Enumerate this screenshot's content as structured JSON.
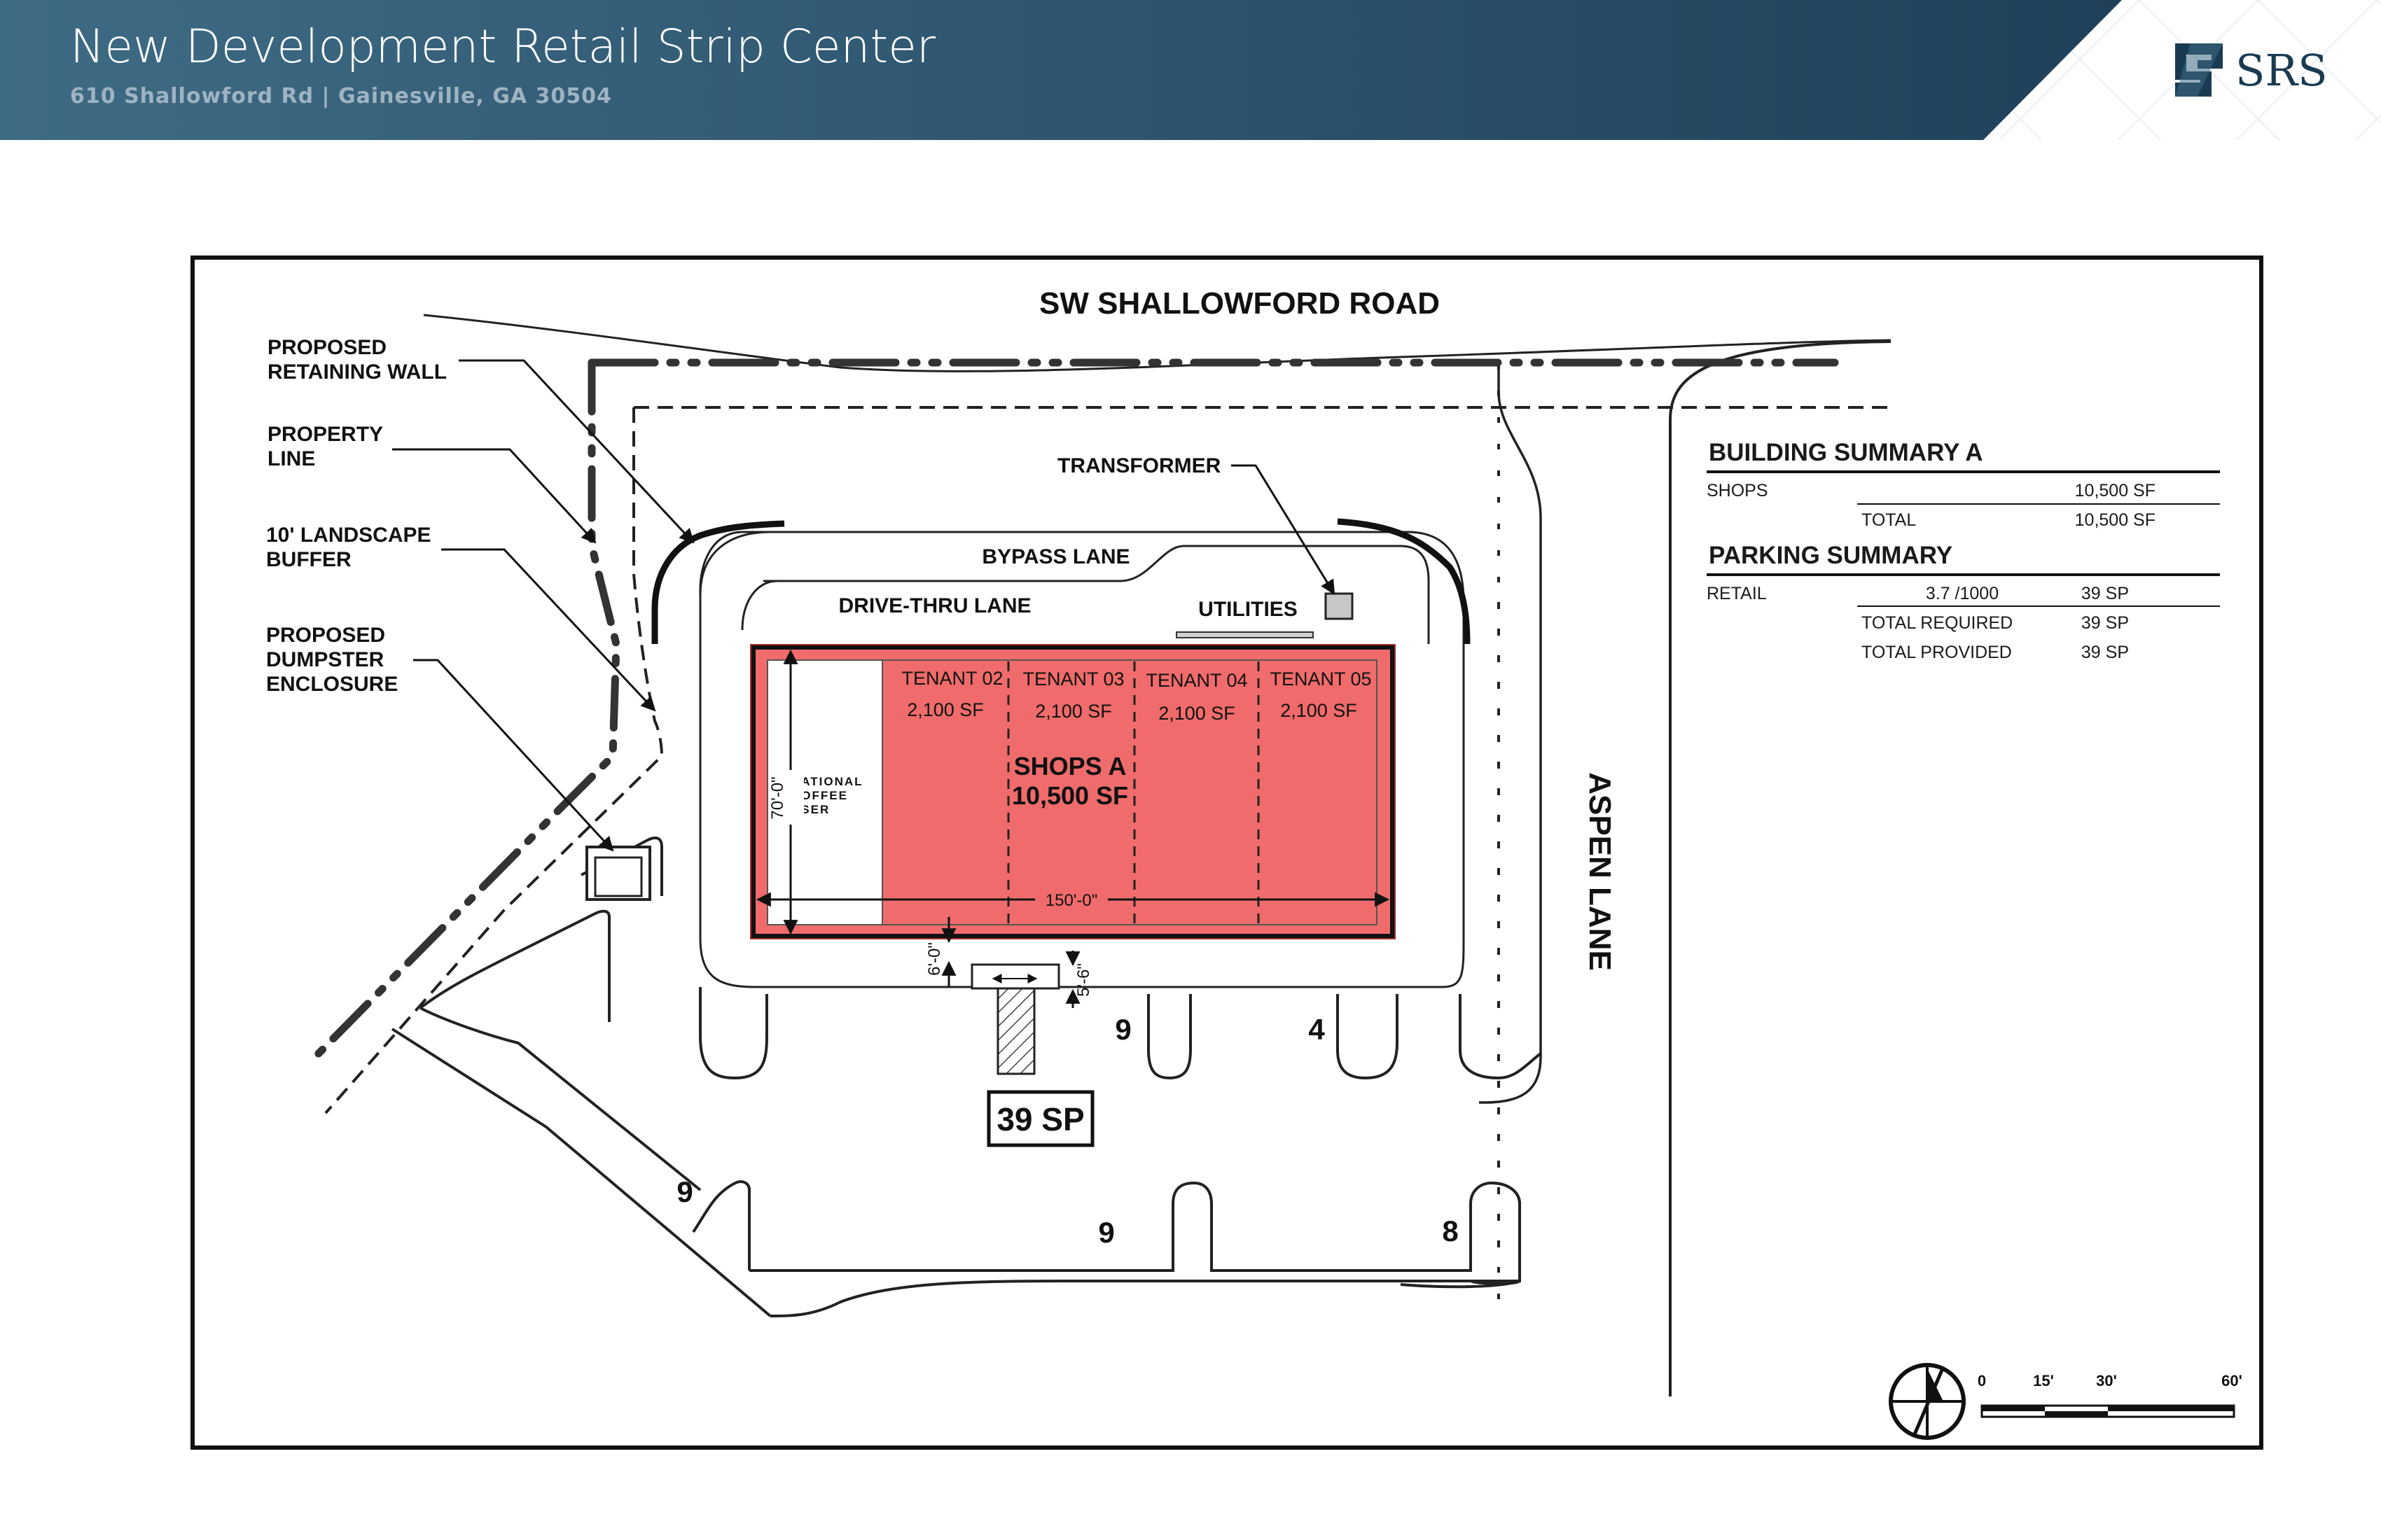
{
  "header": {
    "title": "New Development Retail Strip Center",
    "subtitle": "610 Shallowford Rd | Gainesville, GA 30504",
    "logo_text": "SRS",
    "colors": {
      "band_left": "#3e6b84",
      "band_right": "#1c3b55",
      "logo": "#1a3a52"
    }
  },
  "plan": {
    "road_top": "SW SHALLOWFORD ROAD",
    "road_right": "ASPEN LANE",
    "callouts": {
      "retaining_wall": [
        "PROPOSED",
        "RETAINING WALL"
      ],
      "property_line": [
        "PROPERTY",
        "LINE"
      ],
      "landscape_buffer": [
        "10' LANDSCAPE",
        "BUFFER"
      ],
      "dumpster": [
        "PROPOSED",
        "DUMPSTER",
        "ENCLOSURE"
      ],
      "transformer": "TRANSFORMER"
    },
    "lanes": {
      "bypass": "BYPASS LANE",
      "drive_thru": "DRIVE-THRU LANE",
      "utilities": "UTILITIES"
    },
    "building": {
      "coffee": [
        "NATIONAL",
        "COFFEE",
        "USER"
      ],
      "tenants": [
        {
          "name": "TENANT 02",
          "sf": "2,100 SF"
        },
        {
          "name": "TENANT 03",
          "sf": "2,100 SF"
        },
        {
          "name": "TENANT 04",
          "sf": "2,100 SF"
        },
        {
          "name": "TENANT 05",
          "sf": "2,100 SF"
        }
      ],
      "shops_label": "SHOPS A",
      "shops_sf": "10,500 SF",
      "fill_color": "#f06b6b",
      "outline_color": "#a72b2b"
    },
    "dimensions": {
      "depth": "70'-0\"",
      "width": "150'-0\"",
      "gap_a": "6'-0\"",
      "gap_b": "5'-6\""
    },
    "parking_counts": [
      "9",
      "4",
      "9",
      "9",
      "8"
    ],
    "parking_total": "39 SP",
    "scale": [
      "0",
      "15'",
      "30'",
      "60'"
    ]
  },
  "summary": {
    "building_heading": "BUILDING SUMMARY A",
    "shops_label": "SHOPS",
    "shops_value": "10,500 SF",
    "total_label": "TOTAL",
    "total_value": "10,500 SF",
    "parking_heading": "PARKING SUMMARY",
    "retail_label": "RETAIL",
    "retail_ratio": "3.7 /1000",
    "retail_value": "39 SP",
    "required_label": "TOTAL REQUIRED",
    "required_value": "39 SP",
    "provided_label": "TOTAL PROVIDED",
    "provided_value": "39 SP"
  }
}
